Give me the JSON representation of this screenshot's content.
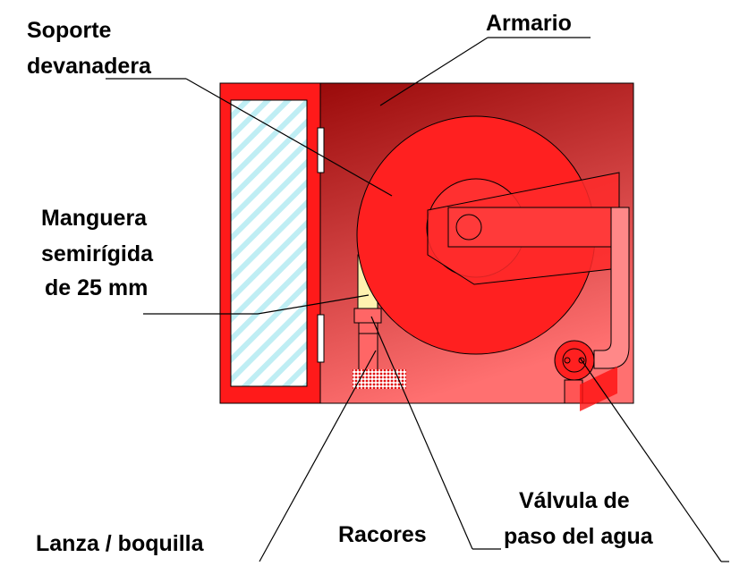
{
  "labels": {
    "soporte_line1": "Soporte",
    "soporte_line2": "devanadera",
    "armario": "Armario",
    "manguera_line1": "Manguera",
    "manguera_line2": "semirígida",
    "manguera_line3": "de 25 mm",
    "lanza": "Lanza /  boquilla",
    "racores": "Racores",
    "valvula_line1": "Válvula de",
    "valvula_line2": "paso del agua"
  },
  "colors": {
    "door_frame": "#ff1a1a",
    "cabinet_dark": "#9a0a0a",
    "cabinet_light": "#ff7070",
    "reel": "#ff2020",
    "hub": "#ff3030",
    "glass_stripe": "#bfeef4",
    "hose_yellow": "#fff2b0",
    "pipe": "#ff8888"
  }
}
